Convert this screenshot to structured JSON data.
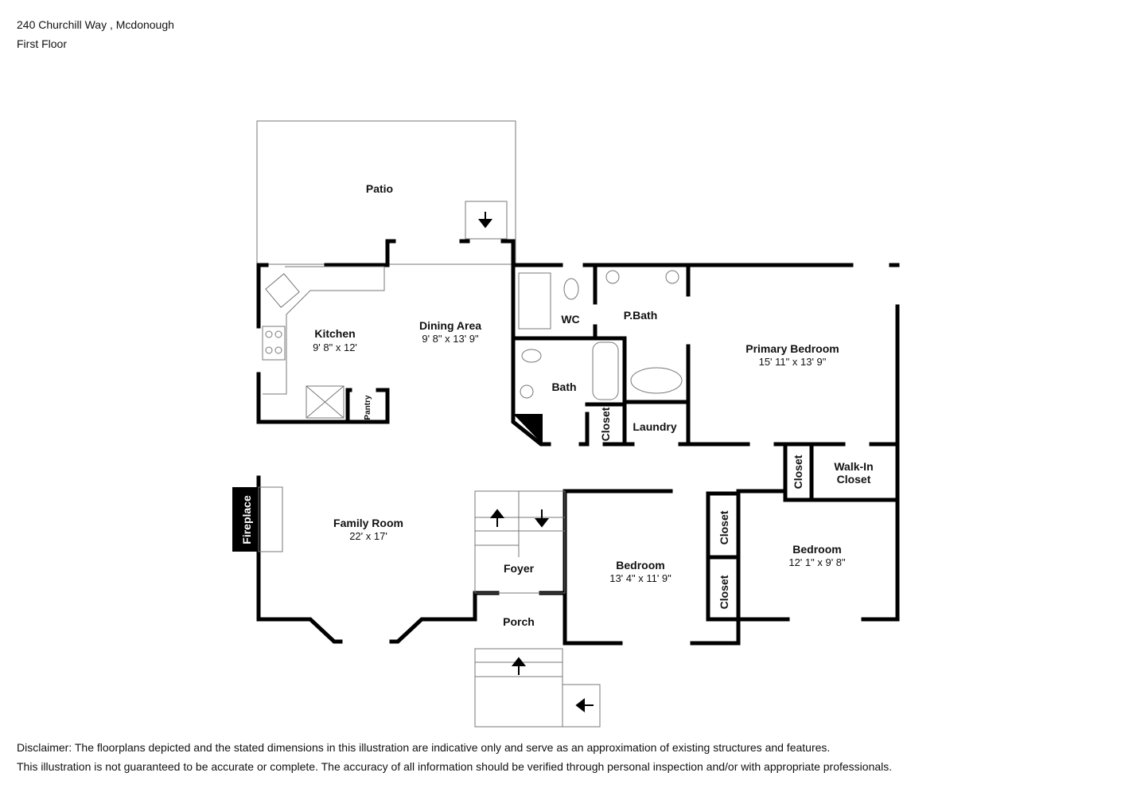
{
  "header": {
    "address": "240 Churchill Way , Mcdonough",
    "floor": "First Floor"
  },
  "rooms": {
    "patio": {
      "name": "Patio"
    },
    "kitchen": {
      "name": "Kitchen",
      "dims": "9' 8\" x 12'"
    },
    "dining": {
      "name": "Dining Area",
      "dims": "9' 8\" x 13' 9\""
    },
    "pantry": {
      "name": "Pantry"
    },
    "wc": {
      "name": "WC"
    },
    "pbath": {
      "name": "P.Bath"
    },
    "bath": {
      "name": "Bath"
    },
    "closet": {
      "name": "Closet"
    },
    "laundry": {
      "name": "Laundry"
    },
    "primary": {
      "name": "Primary Bedroom",
      "dims": "15' 11\" x 13' 9\""
    },
    "walkin": {
      "name1": "Walk-In",
      "name2": "Closet"
    },
    "fireplace": {
      "name": "Fireplace"
    },
    "family": {
      "name": "Family Room",
      "dims": "22' x 17'"
    },
    "foyer": {
      "name": "Foyer"
    },
    "porch": {
      "name": "Porch"
    },
    "bedroom2": {
      "name": "Bedroom",
      "dims": "13' 4\" x 11' 9\""
    },
    "bedroom3": {
      "name": "Bedroom",
      "dims": "12' 1\" x 9' 8\""
    }
  },
  "disclaimer": {
    "line1": "Disclaimer: The floorplans depicted and the stated dimensions in this illustration are indicative only and serve as an approximation of existing structures and features.",
    "line2": "This illustration is not guaranteed to be accurate or complete. The accuracy of all information should be verified through personal inspection and/or with appropriate professionals."
  }
}
